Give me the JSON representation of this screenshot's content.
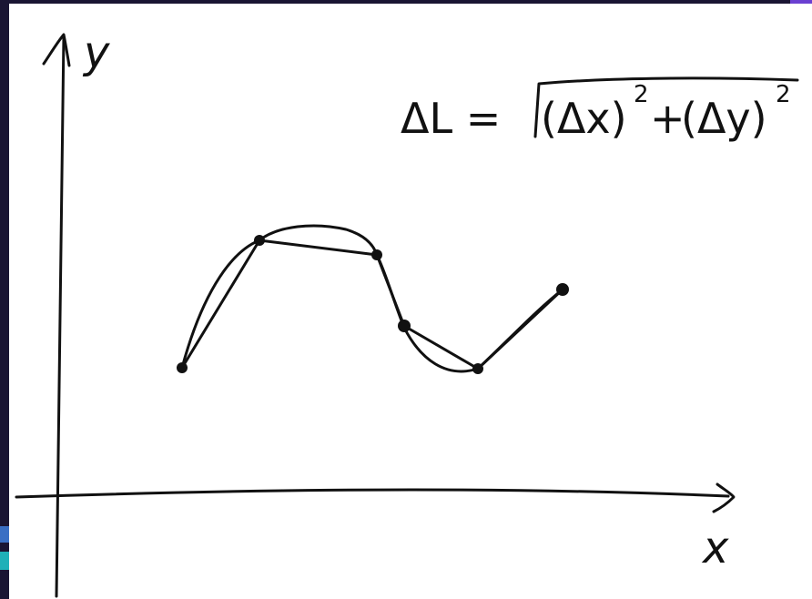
{
  "axes": {
    "y_label": "y",
    "x_label": "x"
  },
  "formula": {
    "lhs": "ΔL =",
    "term1": "(Δx)",
    "plus": "+",
    "term2": "(Δy)",
    "exp1": "2",
    "exp2": "2"
  },
  "colors": {
    "ink": "#111111",
    "paper": "#ffffff",
    "accent_purple": "#6a3fd1",
    "accent_blue": "#3a6fc4",
    "accent_teal": "#1fb0b8"
  },
  "icons": {
    "x_arrow": "arrow-right-icon",
    "y_arrow": "arrow-up-icon"
  }
}
